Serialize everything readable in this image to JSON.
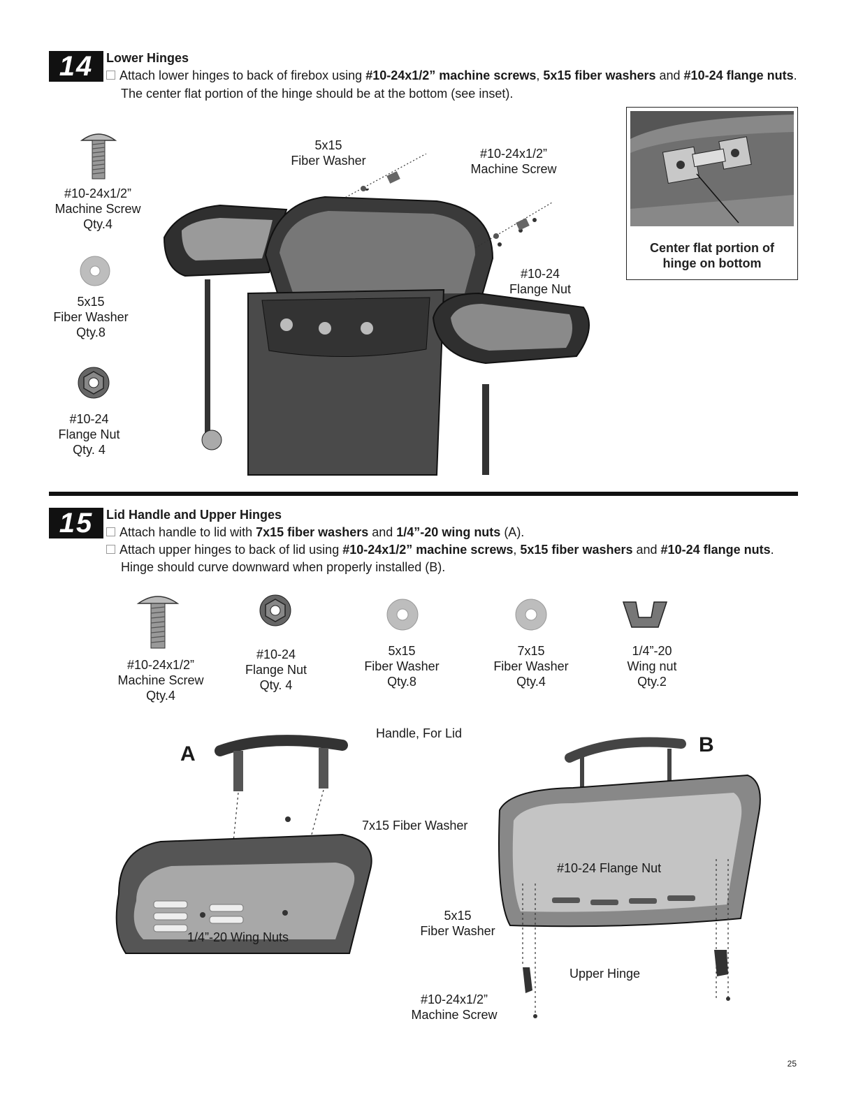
{
  "step14": {
    "number": "14",
    "title": "Lower Hinges",
    "instr1_a": "Attach lower hinges to back of firebox using ",
    "instr1_b": "#10-24x1/2” machine screws",
    "instr1_c": ", ",
    "instr1_d": "5x15 fiber washers",
    "instr1_e": " and ",
    "instr1_f": "#10-24 flange nuts",
    "instr1_g": ".",
    "instr2": "The center flat portion of the hinge should be at the bottom (see inset).",
    "parts": {
      "screw": [
        "#10-24x1/2”",
        "Machine Screw",
        "Qty.4"
      ],
      "washer": [
        "5x15",
        "Fiber Washer",
        "Qty.8"
      ],
      "nut": [
        "#10-24",
        "Flange Nut",
        "Qty. 4"
      ]
    },
    "callouts": {
      "washer": [
        "5x15",
        "Fiber Washer"
      ],
      "screw": [
        "#10-24x1/2”",
        "Machine Screw"
      ],
      "nut": [
        "#10-24",
        "Flange Nut"
      ]
    },
    "inset_caption": [
      "Center flat portion of",
      "hinge on bottom"
    ]
  },
  "step15": {
    "number": "15",
    "title": "Lid Handle and Upper Hinges",
    "i1_a": "Attach handle to lid with ",
    "i1_b": "7x15 fiber washers",
    "i1_c": " and ",
    "i1_d": "1/4”-20 wing nuts",
    "i1_e": " (A).",
    "i2_a": "Attach upper hinges to back of lid using ",
    "i2_b": "#10-24x1/2” machine screws",
    "i2_c": ", ",
    "i2_d": "5x15 fiber washers",
    "i2_e": " and ",
    "i2_f": "#10-24 flange nuts",
    "i2_g": ".",
    "i3": "Hinge should curve downward when properly installed (B).",
    "parts": {
      "screw": [
        "#10-24x1/2”",
        "Machine Screw",
        "Qty.4"
      ],
      "nut": [
        "#10-24",
        "Flange Nut",
        "Qty. 4"
      ],
      "washer5": [
        "5x15",
        "Fiber Washer",
        "Qty.8"
      ],
      "washer7": [
        "7x15",
        "Fiber Washer",
        "Qty.4"
      ],
      "wingnut": [
        "1/4”-20",
        "Wing nut",
        "Qty.2"
      ]
    },
    "labelA": "A",
    "labelB": "B",
    "callouts": {
      "handle": "Handle, For Lid",
      "washer7": "7x15 Fiber Washer",
      "wingnuts": "1/4”-20 Wing Nuts",
      "flangenut": "#10-24 Flange Nut",
      "washer5": [
        "5x15",
        "Fiber Washer"
      ],
      "hinge": "Upper Hinge",
      "screw": [
        "#10-24x1/2”",
        "Machine Screw"
      ]
    }
  },
  "page_number": "25"
}
